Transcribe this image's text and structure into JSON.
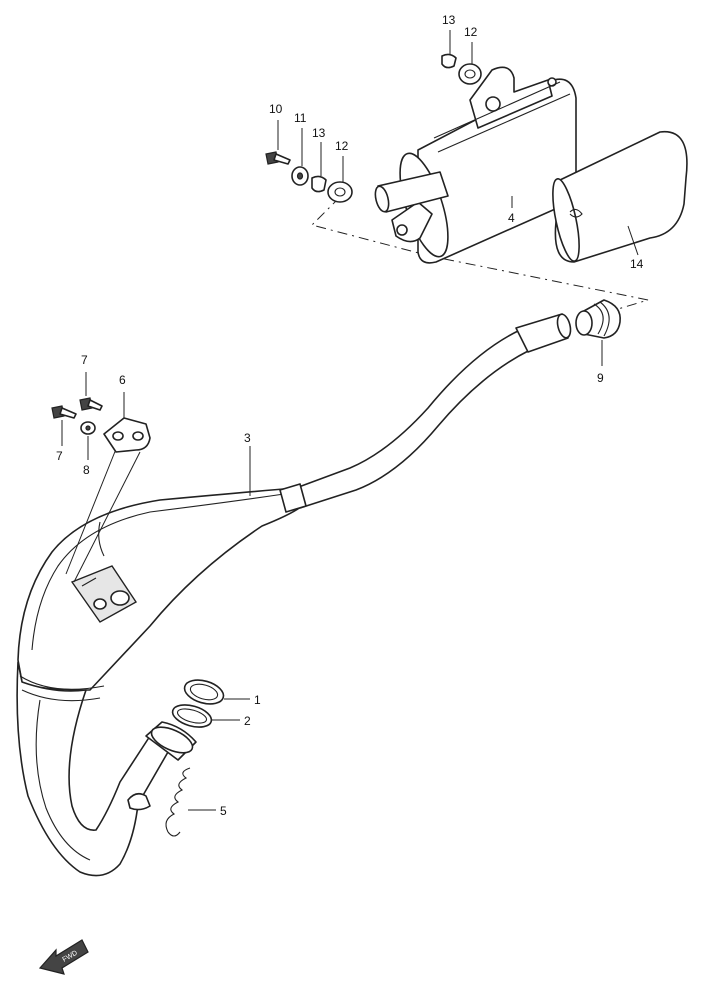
{
  "diagram": {
    "type": "exploded-parts-view",
    "callouts": [
      {
        "id": "c1",
        "label": "1"
      },
      {
        "id": "c2",
        "label": "2"
      },
      {
        "id": "c3",
        "label": "3"
      },
      {
        "id": "c4",
        "label": "4"
      },
      {
        "id": "c5",
        "label": "5"
      },
      {
        "id": "c6",
        "label": "6"
      },
      {
        "id": "c7a",
        "label": "7"
      },
      {
        "id": "c7b",
        "label": "7"
      },
      {
        "id": "c8",
        "label": "8"
      },
      {
        "id": "c9",
        "label": "9"
      },
      {
        "id": "c10",
        "label": "10"
      },
      {
        "id": "c11",
        "label": "11"
      },
      {
        "id": "c12a",
        "label": "12"
      },
      {
        "id": "c12b",
        "label": "12"
      },
      {
        "id": "c13a",
        "label": "13"
      },
      {
        "id": "c13b",
        "label": "13"
      },
      {
        "id": "c14",
        "label": "14"
      }
    ],
    "front_arrow": {
      "icon": "front-direction-arrow-icon",
      "label": "FWD"
    }
  }
}
